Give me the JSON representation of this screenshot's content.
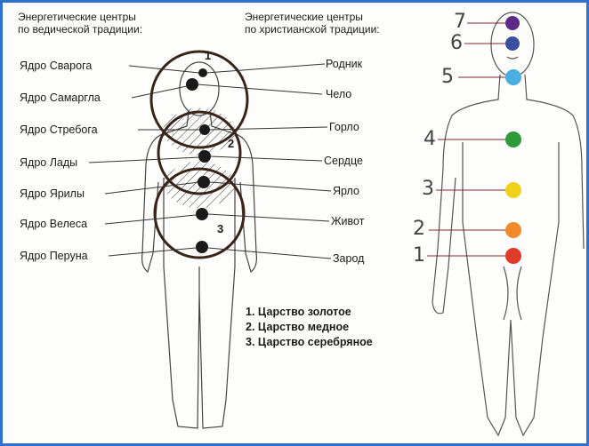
{
  "headers": {
    "vedic": "Энергетические центры\nпо ведической традиции:",
    "christian": "Энергетические центры\nпо христианской традиции:"
  },
  "left_labels": [
    "Ядро Сварога",
    "Ядро Самаргла",
    "Ядро Стребога",
    "Ядро Лады",
    "Ядро Ярилы",
    "Ядро Велеса",
    "Ядро Перуна"
  ],
  "right_labels": [
    "Родник",
    "Чело",
    "Горло",
    "Сердце",
    "Ярло",
    "Живот",
    "Зарод"
  ],
  "circle_numbers": [
    "1",
    "2",
    "3"
  ],
  "legend": [
    "1. Царство золотое",
    "2. Царство медное",
    "3. Царство серебряное"
  ],
  "chakra_numbers": [
    "7",
    "6",
    "5",
    "4",
    "3",
    "2",
    "1"
  ],
  "colors": {
    "border": "#2f6fd0",
    "violet": "#5a2a86",
    "indigo": "#3b4fa0",
    "blue": "#4aaee0",
    "green": "#2e9a3a",
    "yellow": "#f0d21a",
    "orange": "#f08a2a",
    "red": "#e03a2a"
  }
}
